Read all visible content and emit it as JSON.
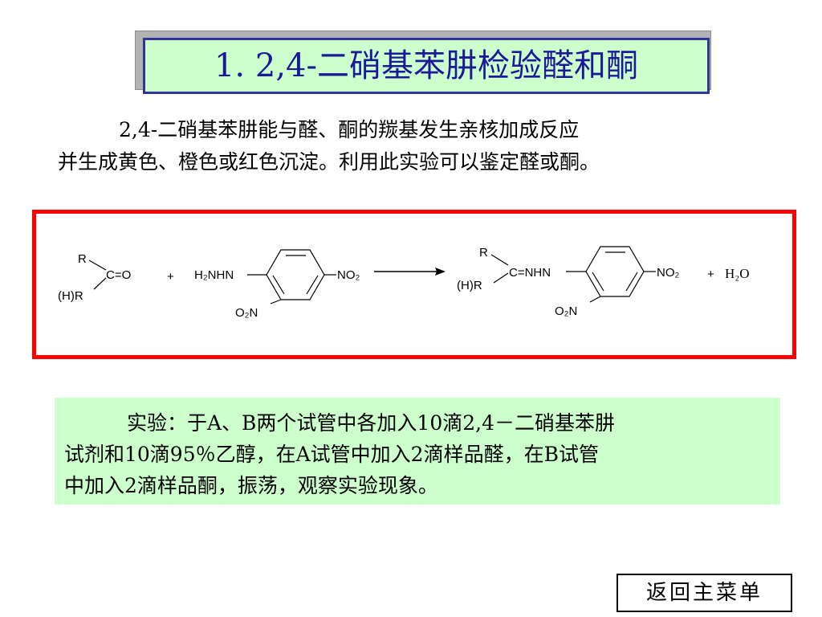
{
  "title": "1.  2,4-二硝基苯肼检验醛和酮",
  "intro": {
    "line1": "2,4-二硝基苯肼能与醛、酮的羰基发生亲核加成反应",
    "line2": "并生成黄色、橙色或红色沉淀。利用此实验可以鉴定醛或酮。"
  },
  "reaction": {
    "reactant1": {
      "r_top": "R",
      "r_bottom": "(H)R",
      "carbonyl": "C=O"
    },
    "plus1": "+",
    "reagent": {
      "hydrazine": "H₂NHN",
      "nitro_right": "NO₂",
      "nitro_bottom": "O₂N"
    },
    "product": {
      "r_top": "R",
      "r_bottom": "(H)R",
      "linker": "C=NHN",
      "nitro_right": "NO₂",
      "nitro_bottom": "O₂N"
    },
    "plus2": "+",
    "water": "H₂O"
  },
  "experiment": {
    "line1": "实验：于A、B两个试管中各加入10滴2,4－二硝基苯肼",
    "line2": "试剂和10滴95％乙醇，在A试管中加入2滴样品醛，在B试管",
    "line3": "中加入2滴样品酮，振荡，观察实验现象。"
  },
  "menu_button": {
    "label": "返回主菜单"
  },
  "colors": {
    "title_bg": "#ccffcc",
    "title_border": "#333399",
    "title_text": "#1a1a99",
    "reaction_border": "#ff0000",
    "experiment_bg": "#ccffcc"
  }
}
